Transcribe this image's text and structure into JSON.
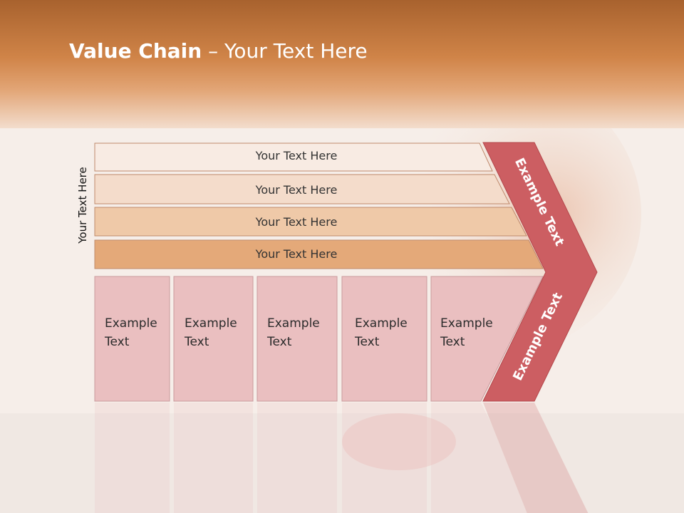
{
  "title": {
    "bold": "Value Chain",
    "rest": " – Your Text Here"
  },
  "side_label": "Your Text Here",
  "rows": [
    {
      "label": "Your Text Here",
      "fill": "#f8ebe3"
    },
    {
      "label": "Your Text Here",
      "fill": "#f4dccb"
    },
    {
      "label": "Your Text Here",
      "fill": "#efc9a8"
    },
    {
      "label": "Your Text Here",
      "fill": "#e4a979"
    }
  ],
  "boxes": [
    {
      "line1": "Example",
      "line2": "Text"
    },
    {
      "line1": "Example",
      "line2": "Text"
    },
    {
      "line1": "Example",
      "line2": "Text"
    },
    {
      "line1": "Example",
      "line2": "Text"
    },
    {
      "line1": "Example",
      "line2": "Text"
    }
  ],
  "chevron": {
    "top_text": "Example Text",
    "bottom_text": "Example Text"
  },
  "colors": {
    "header": "#c8763e",
    "chevron": "#cc5e62",
    "box": "#eabfc0"
  }
}
